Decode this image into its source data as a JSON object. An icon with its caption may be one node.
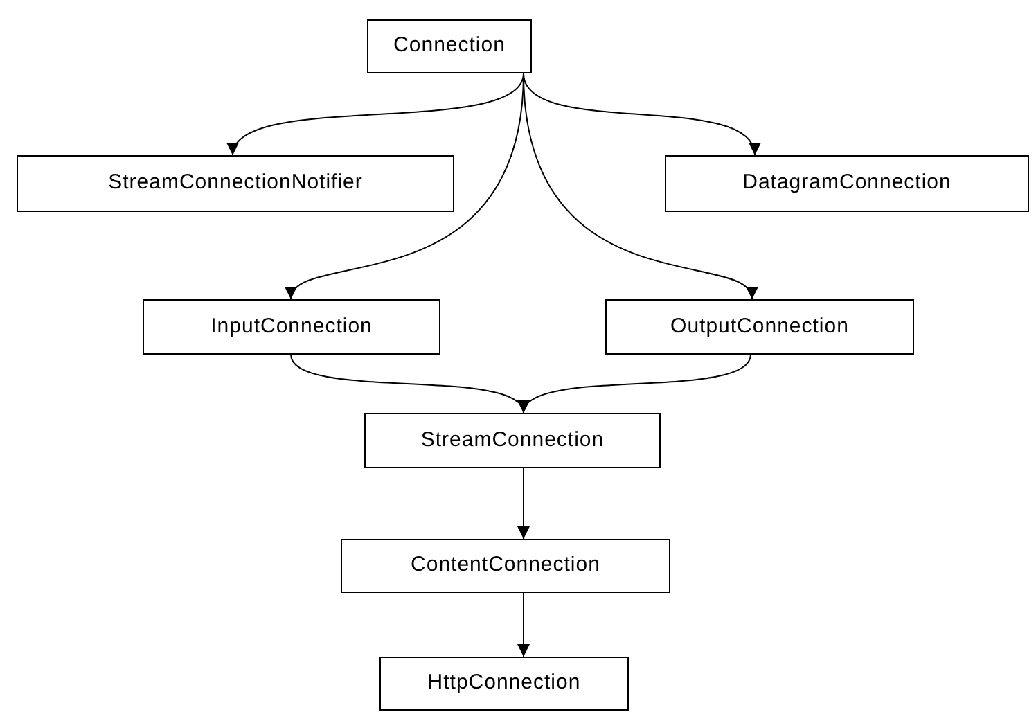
{
  "diagram": {
    "nodes": [
      {
        "text": [
          "Connection"
        ]
      },
      {
        "text": [
          "StreamConnectionNotifier"
        ]
      },
      {
        "text": [
          "DatagramConnection"
        ]
      },
      {
        "text": [
          "InputConnection"
        ]
      },
      {
        "text": [
          "OutputConnection"
        ]
      },
      {
        "text": [
          "StreamConnection"
        ]
      },
      {
        "text": [
          "ContentConnection"
        ]
      },
      {
        "text": [
          "HttpConnection"
        ]
      }
    ],
    "edges": [
      {
        "from": 0,
        "to": 1,
        "arrow": "to"
      },
      {
        "from": 0,
        "to": 2,
        "arrow": "to"
      },
      {
        "from": 0,
        "to": 3,
        "arrow": "to"
      },
      {
        "from": 0,
        "to": 4,
        "arrow": "to"
      },
      {
        "from": 3,
        "to": 5,
        "arrow": "to"
      },
      {
        "from": 4,
        "to": 5,
        "arrow": "to"
      },
      {
        "from": 5,
        "to": 6,
        "arrow": "to"
      },
      {
        "from": 6,
        "to": 7,
        "arrow": "to"
      }
    ]
  }
}
